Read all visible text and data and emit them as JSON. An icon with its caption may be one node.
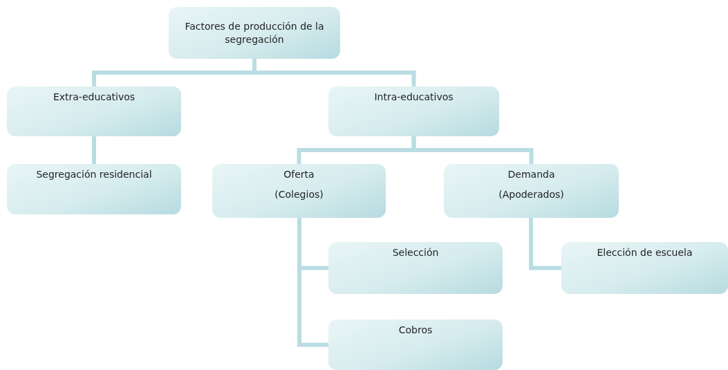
{
  "diagram": {
    "nodes": [
      {
        "text": [
          "Factores de producción de la segregación"
        ]
      },
      {
        "text": [
          "Extra-educativos"
        ]
      },
      {
        "text": [
          "Intra-educativos"
        ]
      },
      {
        "text": [
          "Segregación residencial"
        ]
      },
      {
        "text": [
          "Oferta",
          "(Colegios)"
        ]
      },
      {
        "text": [
          "Demanda",
          "(Apoderados)"
        ]
      },
      {
        "text": [
          "Selección"
        ]
      },
      {
        "text": [
          "Cobros"
        ]
      },
      {
        "text": [
          "Elección de escuela"
        ]
      }
    ],
    "edges": [
      {
        "from": 0,
        "to": 1,
        "arrow": "none"
      },
      {
        "from": 0,
        "to": 2,
        "arrow": "none"
      },
      {
        "from": 1,
        "to": 3,
        "arrow": "none"
      },
      {
        "from": 2,
        "to": 4,
        "arrow": "none"
      },
      {
        "from": 2,
        "to": 5,
        "arrow": "none"
      },
      {
        "from": 4,
        "to": 6,
        "arrow": "none"
      },
      {
        "from": 4,
        "to": 7,
        "arrow": "none"
      },
      {
        "from": 5,
        "to": 8,
        "arrow": "none"
      }
    ]
  }
}
